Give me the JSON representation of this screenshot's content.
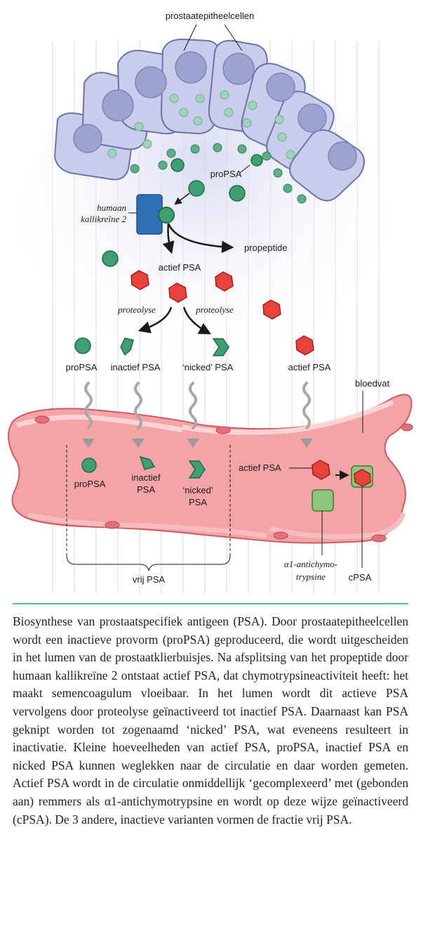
{
  "labels": {
    "cells": "prostaatepitheelcellen",
    "propsa_top": "proPSA",
    "hk2_line1": "humaan",
    "hk2_line2": "kallikreïne 2",
    "propeptide": "propeptide",
    "active_psa": "actief PSA",
    "proteolyse_left": "proteolyse",
    "proteolyse_right": "proteolyse",
    "propsa_row": "proPSA",
    "inactive_row": "inactief PSA",
    "nicked_row": "‘nicked’ PSA",
    "active_row": "actief PSA",
    "bloodvessel": "bloedvat",
    "propsa_vessel": "proPSA",
    "inactive_vessel_1": "inactief",
    "inactive_vessel_2": "PSA",
    "nicked_vessel_1": "‘nicked’",
    "nicked_vessel_2": "PSA",
    "active_vessel": "actief PSA",
    "free_psa": "vrij PSA",
    "act_line1": "α1-antichymo-",
    "act_line2": "trypsine",
    "cpsa": "cPSA"
  },
  "caption": "Biosynthese van prostaatspecifiek antigeen (PSA). Door prostaat­epitheelcellen wordt een inactieve provorm (proPSA) geproduceerd, die wordt uitgescheiden in het lumen van de prostaatklierbuisjes. Na afsplitsing van het propeptide door humaan kallikreïne 2 ontstaat actief PSA, dat chymotrypsineactiviteit heeft: het maakt semencoagulum vloeibaar. In het lumen wordt dit actieve PSA vervolgens door proteolyse geïnactiveerd tot inactief PSA. Daarnaast kan PSA geknipt worden tot zogenaamd ‘nicked’ PSA, wat eveneens resulteert in inactivatie. Kleine hoeveelheden van actief PSA, proPSA, inactief PSA en nicked PSA kunnen weglekken naar de circulatie en daar worden gemeten. Actief PSA wordt in de circulatie onmiddellijk ‘gecomplexeerd’ met (gebonden aan) remmers als α1-antichymotrypsine en wordt op deze wijze geïnactiveerd (cPSA). De 3 andere, inactieve varianten vormen de fractie vrij PSA.",
  "colors": {
    "cell_fill": "#c9cceb",
    "cell_stroke": "#6d73a8",
    "nucleus": "#9da2cf",
    "propsa_green": "#3f9f73",
    "active_red": "#e8423c",
    "enzyme_blue": "#2f6fb5",
    "vessel_fill": "#f4a3a6",
    "vessel_stroke": "#c85d65",
    "act_green": "#8dc67f",
    "rule": "#59b79a"
  }
}
